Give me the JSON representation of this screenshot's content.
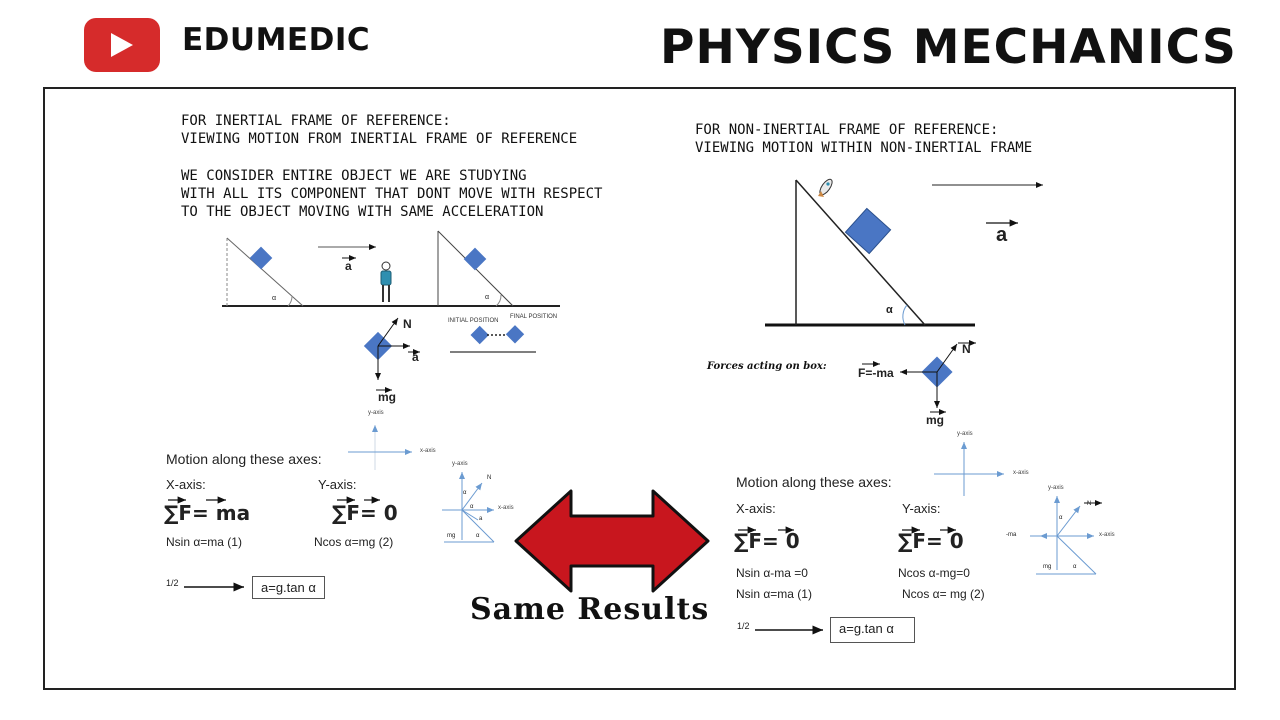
{
  "header": {
    "brand": "EDUMEDIC",
    "title": "PHYSICS MECHANICS",
    "logo_icon": "play-button-icon",
    "logo_color": "#d62b2b"
  },
  "left": {
    "heading_1": "FOR INERTIAL FRAME OF REFERENCE:",
    "heading_2": "VIEWING MOTION FROM INERTIAL FRAME OF REFERENCE",
    "note_1": "WE CONSIDER ENTIRE OBJECT WE ARE STUDYING",
    "note_2": "WITH ALL ITS COMPONENT THAT DONT MOVE WITH RESPECT",
    "note_3": "TO THE OBJECT MOVING WITH SAME ACCELERATION",
    "accel_label": "a",
    "angle_label_1": "α",
    "angle_label_2": "α",
    "initial_position": "INITIAL POSITION",
    "final_position": "FINAL POSITION",
    "force_N": "N",
    "force_a": "a",
    "force_mg": "mg",
    "y_axis": "y-axis",
    "x_axis": "x-axis",
    "motion_heading": "Motion along these axes:",
    "x_label": "X-axis:",
    "y_label": "Y-axis:",
    "x_eq": "∑F= ma",
    "y_eq": "∑F= 0",
    "x_comp": "Nsin α=ma (1)",
    "y_comp": "Ncos α=mg (2)",
    "ratio": "1/2",
    "result": "a=g.tan  α",
    "mini": {
      "y_axis": "y-axis",
      "x_axis": "x-axis",
      "N": "N",
      "a": "a",
      "mg": "mg",
      "alpha1": "α",
      "alpha2": "α",
      "alpha3": "α"
    }
  },
  "right": {
    "heading_1": "FOR NON-INERTIAL FRAME OF REFERENCE:",
    "heading_2": "VIEWING MOTION WITHIN NON-INERTIAL FRAME",
    "accel_label": "a",
    "angle_label": "α",
    "forces_label": "Forces acting on box:",
    "force_Fma": "F=-ma",
    "force_N": "N",
    "force_mg": "mg",
    "y_axis": "y-axis",
    "x_axis": "x-axis",
    "motion_heading": "Motion along these axes:",
    "x_label": "X-axis:",
    "y_label": "Y-axis:",
    "x_eq": "∑F= 0",
    "y_eq": "∑F= 0",
    "x_comp_1": "Nsin α-ma =0",
    "x_comp_2": "Nsin α=ma  (1)",
    "y_comp_1": "Ncos α-mg=0",
    "y_comp_2": "Ncos α= mg (2)",
    "ratio": "1/2",
    "result": "a=g.tan  α",
    "mini": {
      "y_axis": "y-axis",
      "x_axis": "x-axis",
      "N": "N",
      "ma": "-ma",
      "mg": "mg",
      "alpha1": "α",
      "alpha2": "α"
    }
  },
  "center": {
    "label": "Same Results",
    "arrow_color": "#c8161e"
  },
  "colors": {
    "box": "#4a76c4",
    "axis": "#6b9bd1"
  }
}
